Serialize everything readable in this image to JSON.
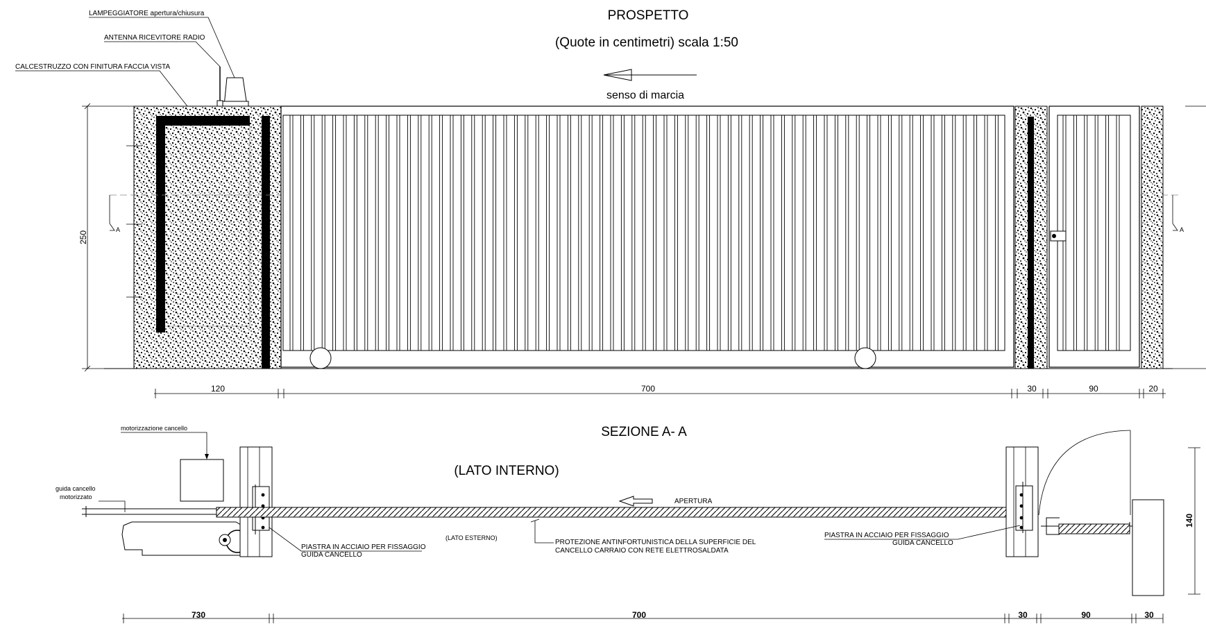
{
  "prospetto": {
    "title": "PROSPETTO",
    "subtitle": "(Quote in centimetri) scala 1:50",
    "direction_label": "senso di marcia",
    "section_mark": "A",
    "callouts": {
      "lampeggiatore": "LAMPEGGIATORE apertura/chiusura",
      "antenna": "ANTENNA RICEVITORE RADIO",
      "calcestruzzo": "CALCESTRUZZO CON FINITURA FACCIA VISTA"
    },
    "height_dim": "250",
    "dims": [
      "120",
      "700",
      "30",
      "90",
      "20"
    ]
  },
  "sezione": {
    "title": "SEZIONE A- A",
    "lato_interno": "(LATO INTERNO)",
    "lato_esterno": "(LATO ESTERNO)",
    "apertura": "APERTURA",
    "motorizzazione": "motorizzazione cancello",
    "guida_1": "guida cancello",
    "guida_2": "motorizzato",
    "piastra_left_1": "PIASTRA IN ACCIAIO PER FISSAGGIO",
    "piastra_left_2": "GUIDA CANCELLO",
    "piastra_right_1": "PIASTRA IN ACCIAIO PER FISSAGGIO",
    "piastra_right_2": "GUIDA CANCELLO",
    "protezione_1": "PROTEZIONE ANTINFORTUNISTICA DELLA SUPERFICIE DEL",
    "protezione_2": "CANCELLO CARRAIO CON RETE ELETTROSALDATA",
    "height_dim": "140",
    "dims": [
      "730",
      "700",
      "30",
      "90",
      "30"
    ]
  }
}
